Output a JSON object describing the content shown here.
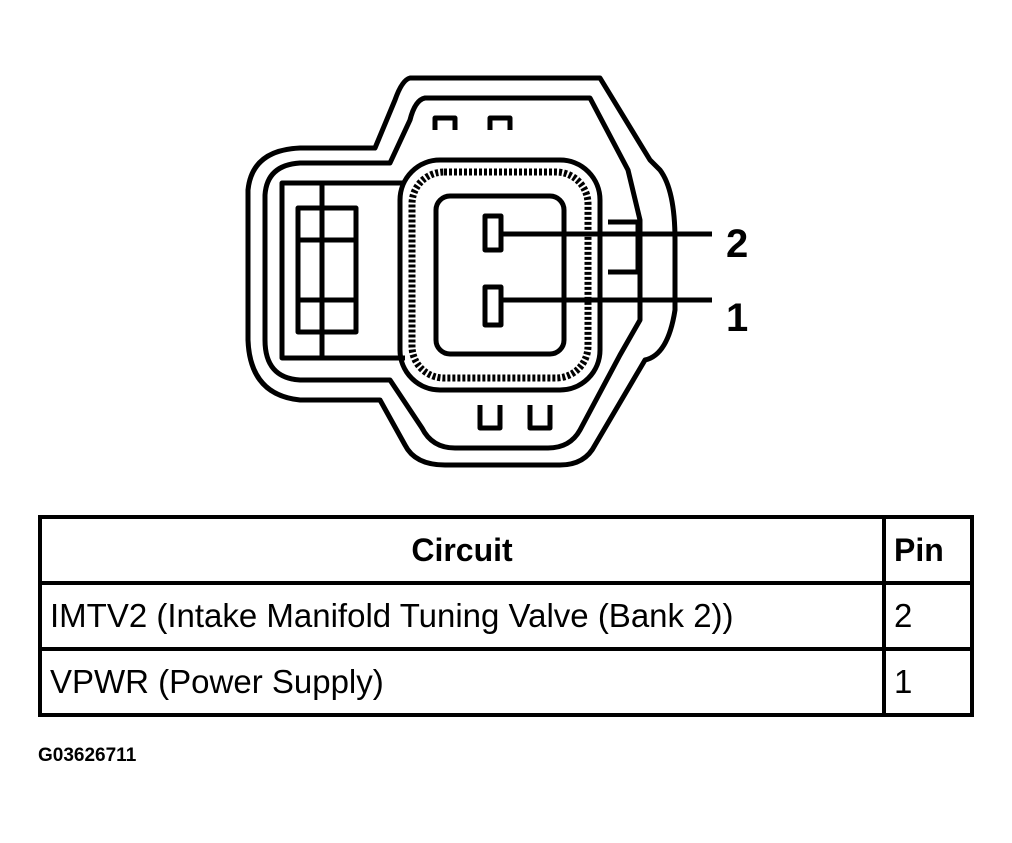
{
  "diagram": {
    "pins": [
      {
        "label": "2"
      },
      {
        "label": "1"
      }
    ]
  },
  "table": {
    "headers": {
      "circuit": "Circuit",
      "pin": "Pin"
    },
    "rows": [
      {
        "circuit": "IMTV2 (Intake Manifold Tuning Valve (Bank 2))",
        "pin": "2"
      },
      {
        "circuit": "VPWR (Power Supply)",
        "pin": "1"
      }
    ]
  },
  "figure_id": "G03626711"
}
